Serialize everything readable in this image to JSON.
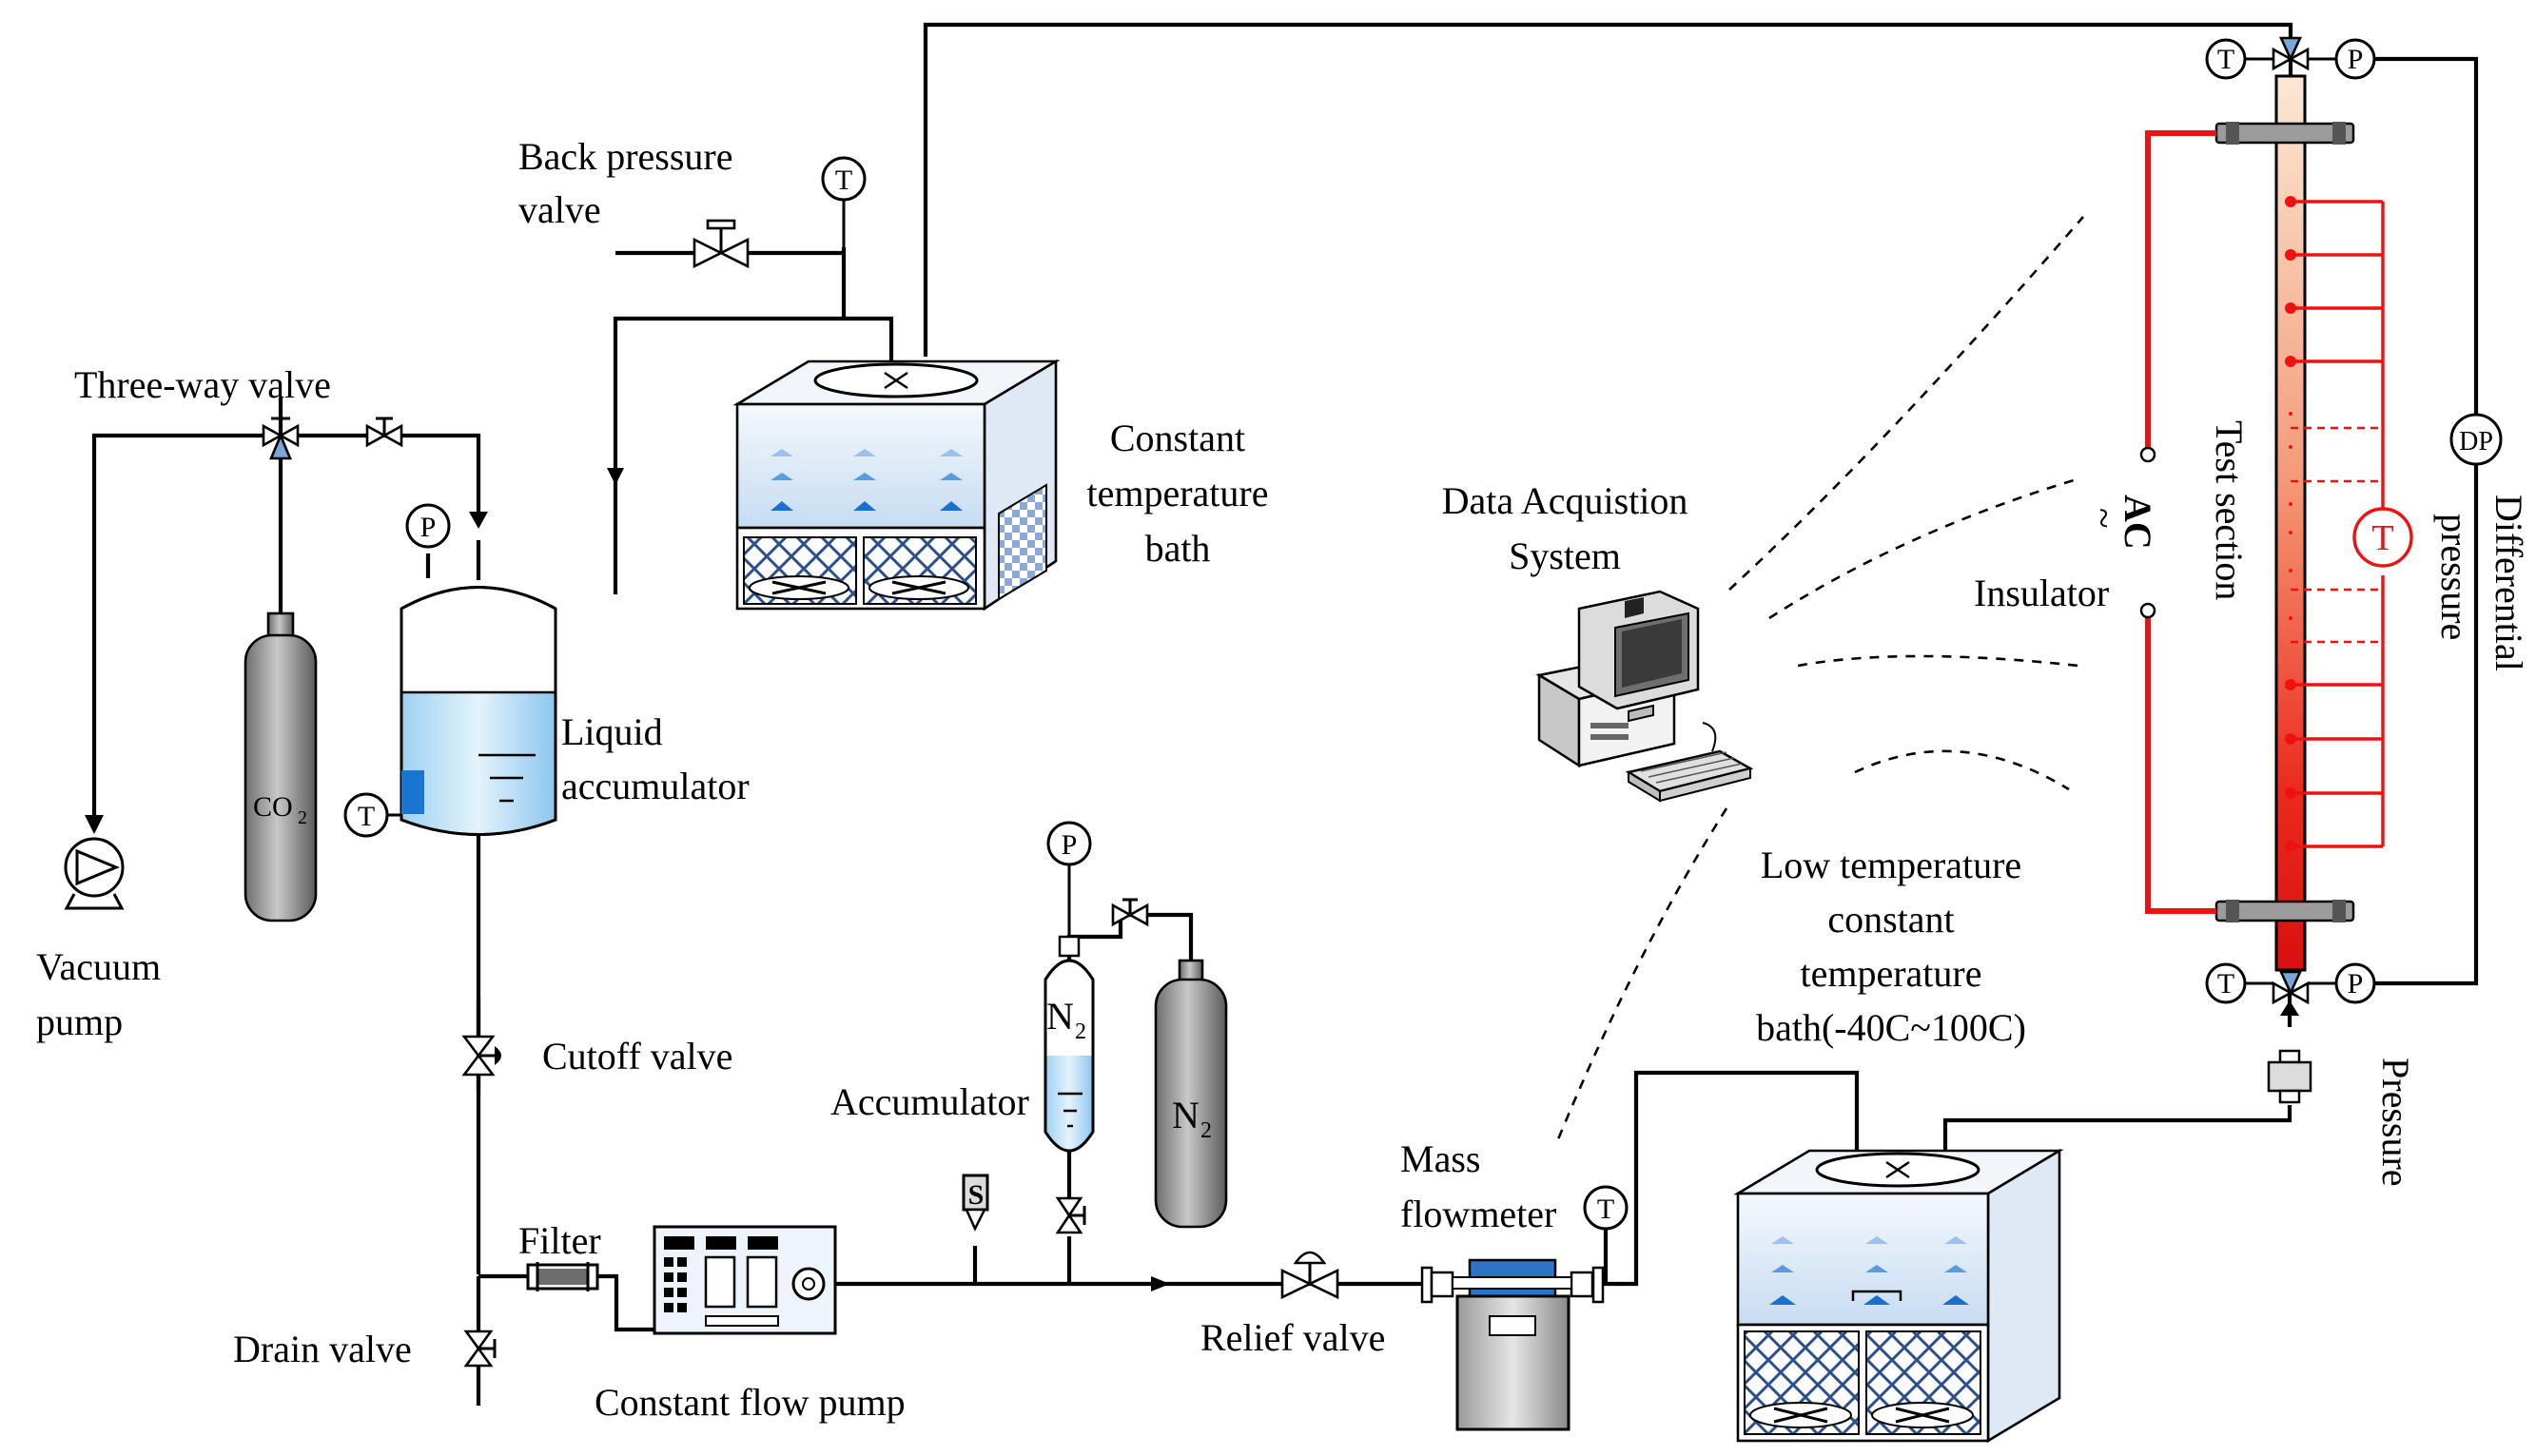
{
  "labels": {
    "back_pressure_valve_1": "Back pressure",
    "back_pressure_valve_2": "valve",
    "three_way_valve": "Three-way valve",
    "constant_temperature_bath_1": "Constant",
    "constant_temperature_bath_2": "temperature",
    "constant_temperature_bath_3": "bath",
    "data_acquisition_1": "Data Acquistion",
    "data_acquisition_2": "System",
    "insulator": "Insulator",
    "ac": "AC",
    "ac_tilde": "~",
    "test_section": "Test section",
    "differential_pressure_1": "Differential",
    "differential_pressure_2": "pressure",
    "liquid_accumulator_1": "Liquid",
    "liquid_accumulator_2": "accumulator",
    "vacuum_pump_1": "Vacuum",
    "vacuum_pump_2": "pump",
    "co2_main": "CO",
    "co2_sub": "2",
    "cutoff_valve": "Cutoff valve",
    "accumulator": "Accumulator",
    "n2_main": "N",
    "n2_sub": "2",
    "low_temp_bath_1": "Low temperature",
    "low_temp_bath_2": "constant",
    "low_temp_bath_3": "temperature",
    "low_temp_bath_4": "bath(-40C~100C)",
    "filter": "Filter",
    "drain_valve": "Drain valve",
    "constant_flow_pump": "Constant flow pump",
    "relief_valve": "Relief valve",
    "mass_flowmeter_1": "Mass",
    "mass_flowmeter_2": "flowmeter",
    "pressure": "Pressure"
  },
  "symbols": {
    "temperature": "T",
    "pressure": "P",
    "differential_pressure": "DP",
    "safety": "S"
  },
  "colors": {
    "pipe": "#000000",
    "heater_wire": "#ee1111",
    "liquid": "#4aa8e8",
    "tank_fill": "#c6e3f6",
    "bath_body": "#d6e6f6",
    "arrow_marker": "#1a6fd0",
    "pump_screen": "#2f73c8"
  }
}
